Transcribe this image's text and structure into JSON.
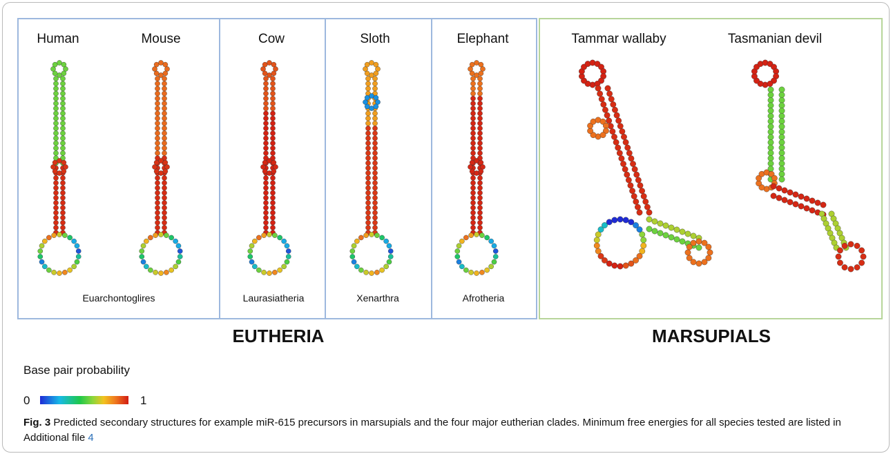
{
  "species": {
    "human": "Human",
    "mouse": "Mouse",
    "cow": "Cow",
    "sloth": "Sloth",
    "elephant": "Elephant",
    "tammar": "Tammar wallaby",
    "devil": "Tasmanian devil"
  },
  "clades": {
    "euarchontoglires": "Euarchontoglires",
    "laurasiatheria": "Laurasiatheria",
    "xenarthra": "Xenarthra",
    "afrotheria": "Afrotheria"
  },
  "groups": {
    "eutheria": "EUTHERIA",
    "marsupials": "MARSUPIALS"
  },
  "legend": {
    "title": "Base pair probability",
    "min": "0",
    "max": "1"
  },
  "caption": {
    "label": "Fig. 3",
    "text": "  Predicted secondary structures for example miR-615 precursors in marsupials and the four major eutherian clades. Minimum free energies for all species tested are listed in Additional file ",
    "link": "4"
  },
  "colors": {
    "eutheria_border": "#9db8de",
    "marsupial_border": "#b7d59a",
    "low": "#1f2bd6",
    "high": "#d21c12"
  }
}
